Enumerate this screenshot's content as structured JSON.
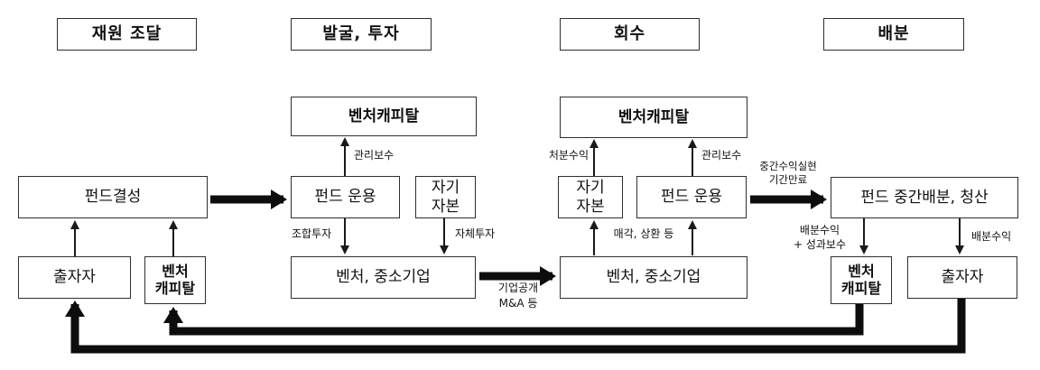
{
  "colors": {
    "ink": "#1a1a1a",
    "background": "#ffffff",
    "box_border": "#2f2f2f"
  },
  "headers": [
    {
      "label": "재원 조달"
    },
    {
      "label": "발굴, 투자"
    },
    {
      "label": "회수"
    },
    {
      "label": "배분"
    }
  ],
  "boxes": {
    "fund_formation": "펀드결성",
    "investor_left": "출자자",
    "vc_left": "벤처\n캐피탈",
    "vc_top_invest": "벤처캐피탈",
    "fund_mgmt_invest": "펀드 운용",
    "own_capital_invest": "자기\n자본",
    "venture_sme_invest": "벤처, 중소기업",
    "vc_top_recovery": "벤처캐피탈",
    "own_capital_recovery": "자기\n자본",
    "fund_mgmt_recovery": "펀드 운용",
    "venture_sme_recovery": "벤처, 중소기업",
    "fund_interim_distribution": "펀드 중간배분, 청산",
    "vc_right": "벤처\n캐피탈",
    "investor_right": "출자자"
  },
  "edge_labels": {
    "mgmt_fee_invest": "관리보수",
    "partnership_investment": "조합투자",
    "self_investment": "자체투자",
    "ipo_ma": "기업공개\nM&A 등",
    "disposal_profit": "처분수익",
    "mgmt_fee_recovery": "관리보수",
    "sale_redemption": "매각, 상환 등",
    "interim_profit_expiry": "중간수익실현\n기간만료",
    "dist_profit_perf_fee": "배분수익\n+ 성과보수",
    "dist_profit": "배분수익"
  }
}
